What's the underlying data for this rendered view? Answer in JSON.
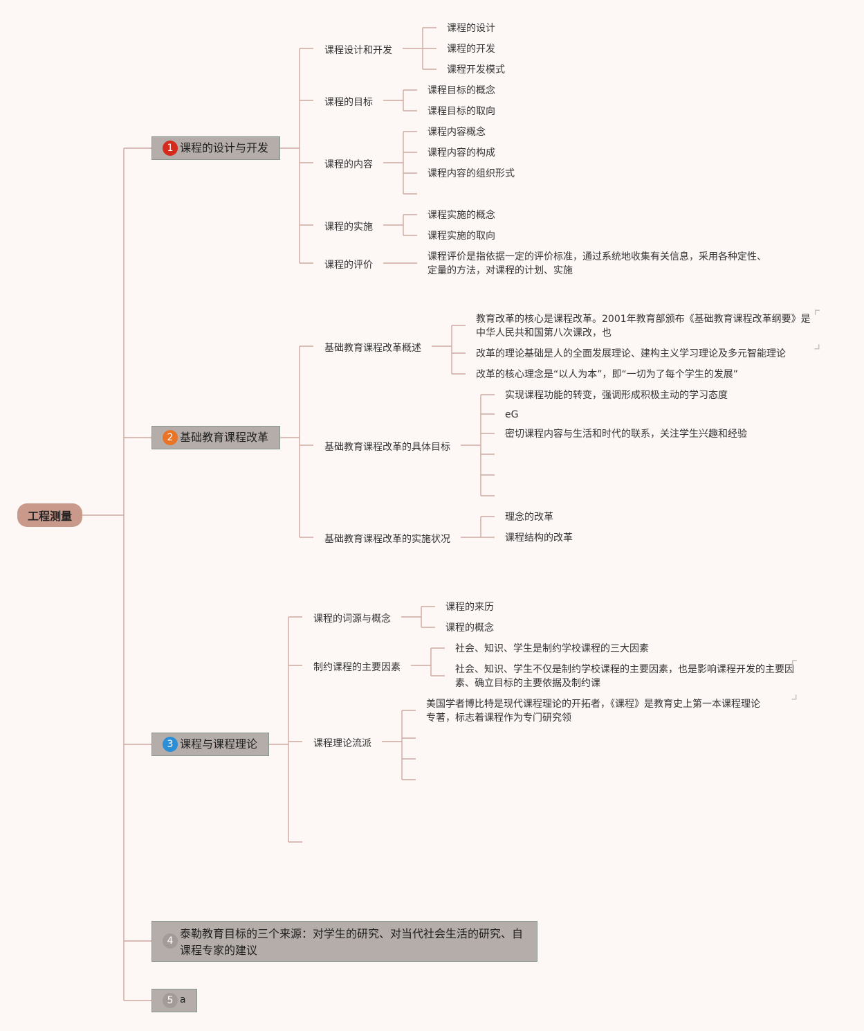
{
  "root": {
    "label": "工程测量"
  },
  "branches": [
    {
      "number": "1",
      "color": "#d42b1c",
      "label": "课程的设计与开发",
      "children": [
        {
          "label": "课程设计和开发",
          "children": [
            "课程的设计",
            "课程的开发",
            "课程开发模式"
          ]
        },
        {
          "label": "课程的目标",
          "children": [
            "课程目标的概念",
            "课程目标的取向"
          ]
        },
        {
          "label": "课程的内容",
          "children": [
            "课程内容概念",
            "课程内容的构成",
            "课程内容的组织形式",
            ""
          ]
        },
        {
          "label": "课程的实施",
          "children": [
            "课程实施的概念",
            "课程实施的取向"
          ]
        },
        {
          "label": "课程的评价",
          "children": [
            "课程评价是指依据一定的评价标准，通过系统地收集有关信息，采用各种定性、定量的方法，对课程的计划、实施"
          ]
        }
      ]
    },
    {
      "number": "2",
      "color": "#ea7326",
      "label": "基础教育课程改革",
      "children": [
        {
          "label": "基础教育课程改革概述",
          "children": [
            "教育改革的核心是课程改革。2001年教育部颁布《基础教育课程改革纲要》是中华人民共和国第八次课改，也",
            "改革的理论基础是人的全面发展理论、建构主义学习理论及多元智能理论",
            "改革的核心理念是“以人为本”，即“一切为了每个学生的发展”"
          ]
        },
        {
          "label": "基础教育课程改革的具体目标",
          "children": [
            "实现课程功能的转变，强调形成积极主动的学习态度",
            "eG",
            "密切课程内容与生活和时代的联系，关注学生兴趣和经验",
            "",
            "",
            ""
          ]
        },
        {
          "label": "基础教育课程改革的实施状况",
          "children": [
            "理念的改革",
            "课程结构的改革"
          ]
        }
      ]
    },
    {
      "number": "3",
      "color": "#2b8fd8",
      "label": "课程与课程理论",
      "children": [
        {
          "label": "课程的词源与概念",
          "children": [
            "课程的来历",
            "课程的概念"
          ]
        },
        {
          "label": "制约课程的主要因素",
          "children": [
            "社会、知识、学生是制约学校课程的三大因素",
            "社会、知识、学生不仅是制约学校课程的主要因素，也是影响课程开发的主要因素、确立目标的主要依据及制约课"
          ]
        },
        {
          "label": "课程理论流派",
          "children": [
            "美国学者博比特是现代课程理论的开拓者，《课程》是教育史上第一本课程理论专著，标志着课程作为专门研究领",
            "",
            "",
            ""
          ]
        },
        {
          "label": "",
          "children": []
        }
      ]
    },
    {
      "number": "4",
      "color": "#a39b98",
      "label": "泰勒教育目标的三个来源：对学生的研究、对当代社会生活的研究、自课程专家的建议",
      "children": []
    },
    {
      "number": "5",
      "color": "#a39b98",
      "label": "a",
      "children": []
    }
  ]
}
